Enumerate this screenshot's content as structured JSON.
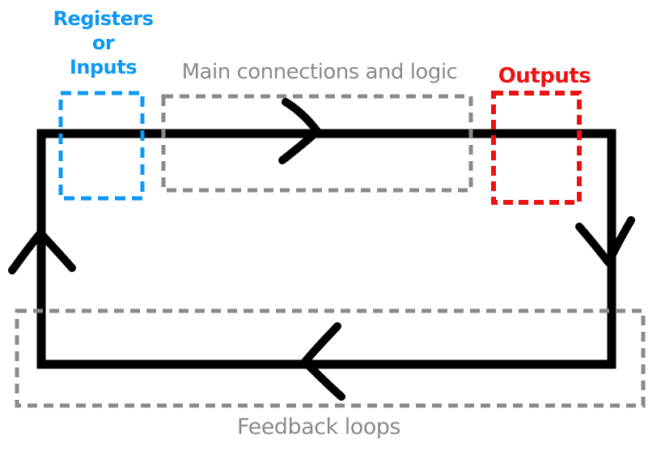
{
  "diagram": {
    "regions": {
      "registers": {
        "label_lines": [
          "Registers",
          "or",
          "Inputs"
        ],
        "color": "#0D98F4",
        "border": "dashed"
      },
      "main": {
        "label": "Main connections and logic",
        "color": "#8A8A8A",
        "border": "dashed"
      },
      "outputs": {
        "label": "Outputs",
        "color": "#EE1111",
        "border": "dashed"
      },
      "feedback": {
        "label": "Feedback loops",
        "color": "#8A8A8A",
        "border": "dashed"
      }
    },
    "loop_arrows": {
      "top_edge": "arrow-right",
      "right_edge": "arrow-down",
      "bottom_edge": "arrow-left",
      "left_edge": "arrow-up"
    }
  },
  "colors": {
    "blue": "#0D98F4",
    "red": "#EE1111",
    "gray": "#8A8A8A",
    "black": "#000000"
  }
}
